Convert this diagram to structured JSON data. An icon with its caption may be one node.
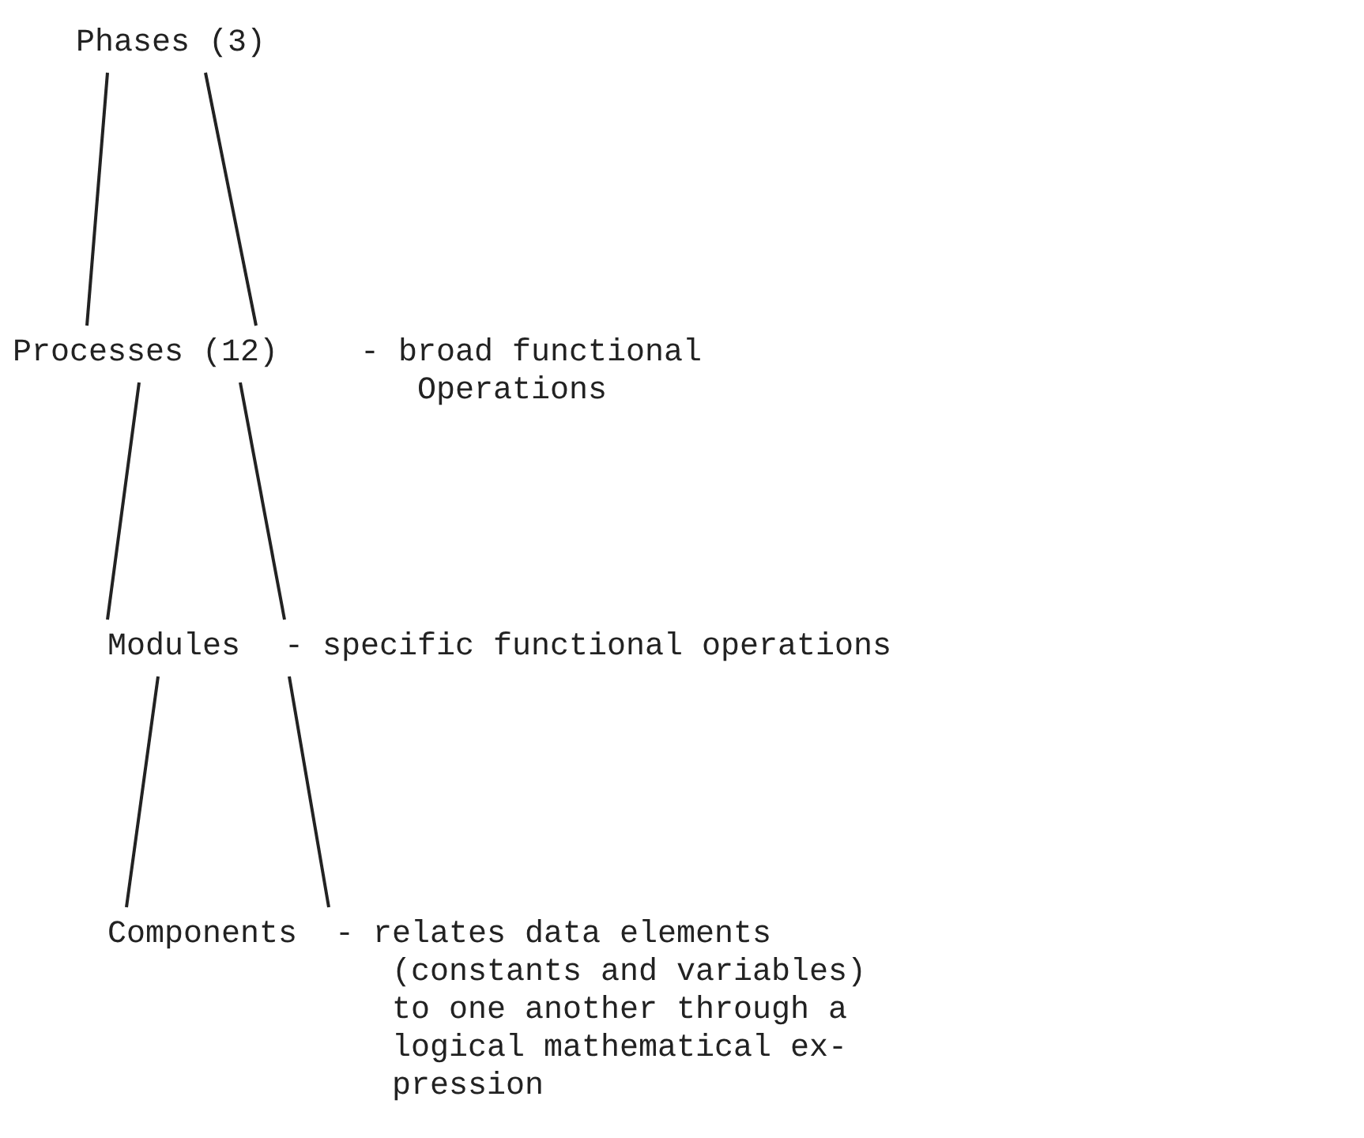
{
  "diagram": {
    "nodes": [
      {
        "text": [
          "Phases (3)"
        ]
      },
      {
        "text": [
          "Processes (12)"
        ],
        "beside": [
          "- broad functional Operations"
        ]
      },
      {
        "text": [
          "Modules"
        ],
        "beside": [
          "- specific functional operations"
        ]
      },
      {
        "text": [
          "Components"
        ],
        "beside": [
          "- relates data elements (constants and variables) to one another through a logical mathematical ex- pression"
        ]
      }
    ],
    "edges": [
      {
        "from": 0,
        "to": 1,
        "arrow": "none"
      },
      {
        "from": 0,
        "to": 1,
        "arrow": "none"
      },
      {
        "from": 1,
        "to": 2,
        "arrow": "none"
      },
      {
        "from": 1,
        "to": 2,
        "arrow": "none"
      },
      {
        "from": 2,
        "to": 3,
        "arrow": "none"
      },
      {
        "from": 2,
        "to": 3,
        "arrow": "none"
      }
    ]
  }
}
